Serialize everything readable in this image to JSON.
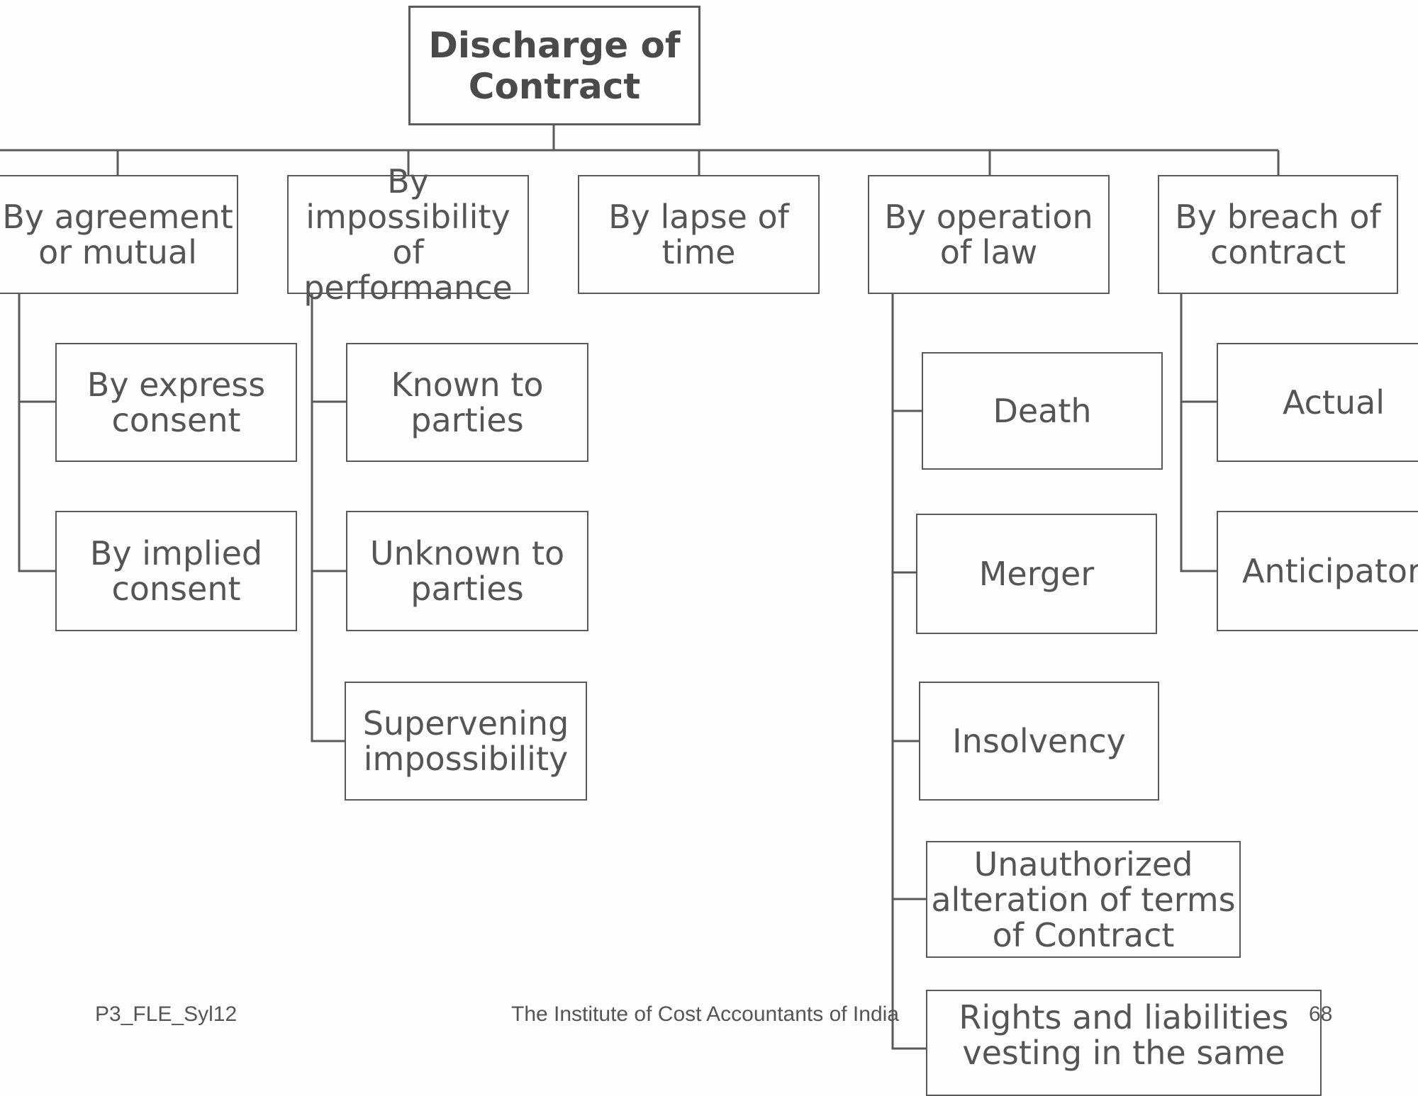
{
  "root": {
    "label": "Discharge of\nContract"
  },
  "categories": {
    "agreement": "By agreement\nor mutual",
    "impossibility": "By impossibility\nof\nperformance",
    "lapse": "By lapse of\ntime",
    "law": "By operation\nof law",
    "breach": "By breach of\ncontract"
  },
  "agreement_children": {
    "express": "By express\nconsent",
    "implied": "By implied\nconsent"
  },
  "impossibility_children": {
    "known": "Known to\nparties",
    "unknown": "Unknown to\nparties",
    "supervening": "Supervening\nimpossibility"
  },
  "law_children": {
    "death": "Death",
    "merger": "Merger",
    "insolvency": "Insolvency",
    "alteration": "Unauthorized\nalteration of terms\nof Contract",
    "rights": "Rights and liabilities\nvesting in the same"
  },
  "breach_children": {
    "actual": "Actual",
    "anticipatory": "Anticipatory"
  },
  "footer": {
    "code": "P3_FLE_Syl12",
    "institute": "The Institute of Cost Accountants of India",
    "page": "68"
  }
}
